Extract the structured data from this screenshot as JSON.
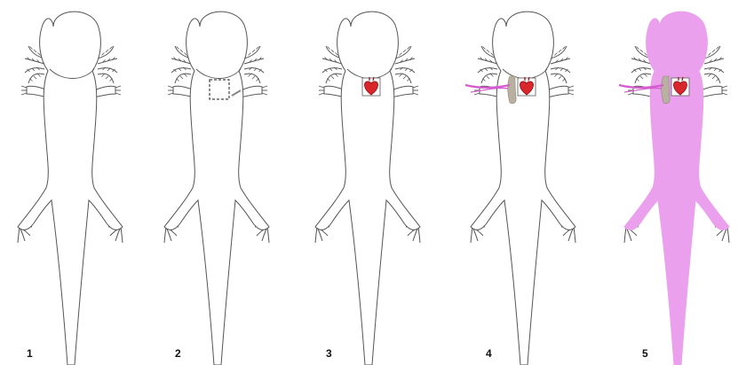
{
  "figure": {
    "panels": [
      {
        "label": "1",
        "site_box": false,
        "heart": false,
        "transplant": false,
        "filled": false
      },
      {
        "label": "2",
        "site_box": true,
        "heart": false,
        "transplant": false,
        "filled": false
      },
      {
        "label": "3",
        "site_box": true,
        "heart": true,
        "transplant": false,
        "filled": false
      },
      {
        "label": "4",
        "site_box": true,
        "heart": true,
        "transplant": true,
        "filled": false
      },
      {
        "label": "5",
        "site_box": true,
        "heart": true,
        "transplant": true,
        "filled": true
      }
    ],
    "colors": {
      "outline": "#555555",
      "body_fill": "#ffffff",
      "body_fill_final": "#eaa0ec",
      "site_box_dashed": "#444444",
      "heart": "#d8262c",
      "heart_dark": "#8e1014",
      "graft_bone": "#b8b0a0",
      "vessel": "#d45ccf"
    },
    "icons": [
      "axolotl-outline",
      "dashed-site-box",
      "heart-icon",
      "bone-graft",
      "vessel-strand"
    ]
  }
}
